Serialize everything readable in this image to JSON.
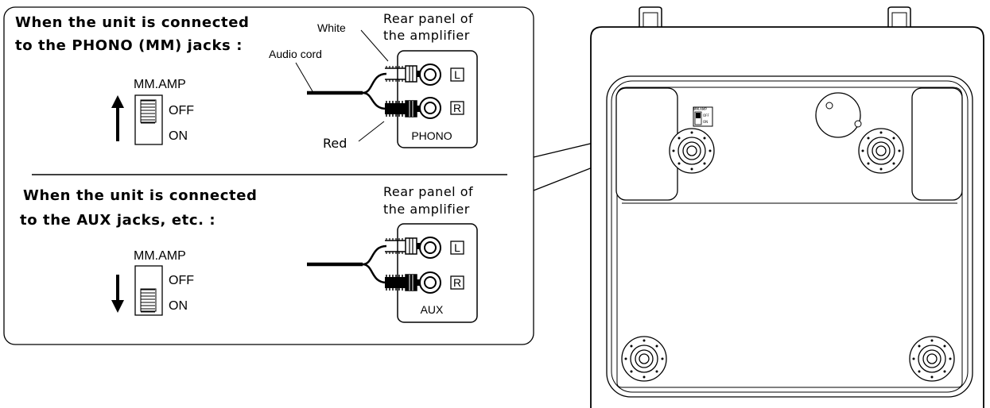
{
  "phono_section": {
    "heading_line1": "When the unit is connected",
    "heading_line2": "to the PHONO (MM) jacks :",
    "switch_title": "MM.AMP",
    "switch_off": "OFF",
    "switch_on": "ON",
    "white_label": "White",
    "red_label": "Red",
    "cord_label": "Audio cord",
    "panel_title_line1": "Rear panel of",
    "panel_title_line2": "the amplifier",
    "jack_left": "L",
    "jack_right": "R",
    "panel_name": "PHONO"
  },
  "aux_section": {
    "heading_line1": "When the unit is connected",
    "heading_line2": "to the AUX jacks, etc. :",
    "switch_title": "MM.AMP",
    "switch_off": "OFF",
    "switch_on": "ON",
    "panel_title_line1": "Rear panel of",
    "panel_title_line2": "the amplifier",
    "jack_left": "L",
    "jack_right": "R",
    "panel_name": "AUX"
  },
  "turntable": {
    "mini_switch_title": "MM.AMP",
    "mini_switch_off": "OFF",
    "mini_switch_on": "ON"
  }
}
